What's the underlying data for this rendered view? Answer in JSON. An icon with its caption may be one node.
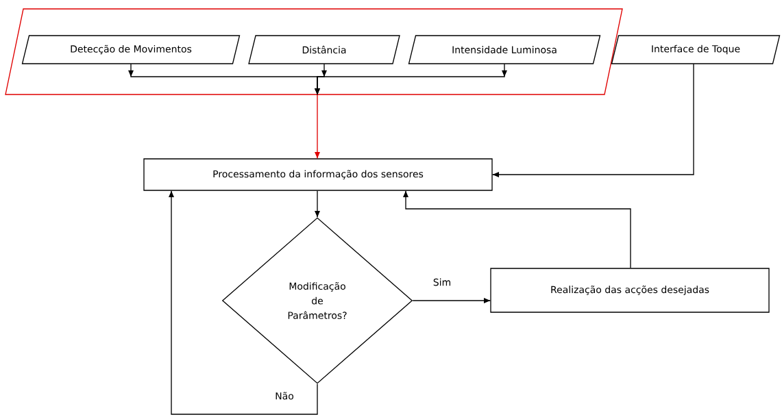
{
  "diagram": {
    "nodes": [
      {
        "text": [],
        "shape": "parallelogram"
      },
      {
        "text": [
          "Detecção de Movimentos"
        ],
        "in": 0
      },
      {
        "text": [
          "Distância"
        ],
        "in": 0
      },
      {
        "text": [
          "Intensidade Luminosa"
        ],
        "in": 0
      },
      {
        "text": [
          "Interface de Toque"
        ]
      },
      {
        "text": [
          "Processamento da informação dos sensores"
        ]
      },
      {
        "text": [
          "Modificação de Parâmetros?"
        ]
      },
      {
        "text": [
          "Realização das acções desejadas"
        ]
      }
    ],
    "edges": [
      {
        "from": 1,
        "to": 0,
        "arrow": "to"
      },
      {
        "from": 2,
        "to": 0,
        "arrow": "to"
      },
      {
        "from": 3,
        "to": 0,
        "arrow": "to"
      },
      {
        "from": 0,
        "to": 5,
        "arrow": "to",
        "color": "#e00000"
      },
      {
        "from": 4,
        "to": 5,
        "arrow": "to"
      },
      {
        "from": 5,
        "to": 6,
        "arrow": "to"
      },
      {
        "from": 6,
        "to": 7,
        "arrow": "to",
        "label": "Sim"
      },
      {
        "from": 7,
        "to": 5,
        "arrow": "to"
      },
      {
        "from": 6,
        "to": 5,
        "arrow": "to",
        "label": "Não"
      }
    ]
  }
}
